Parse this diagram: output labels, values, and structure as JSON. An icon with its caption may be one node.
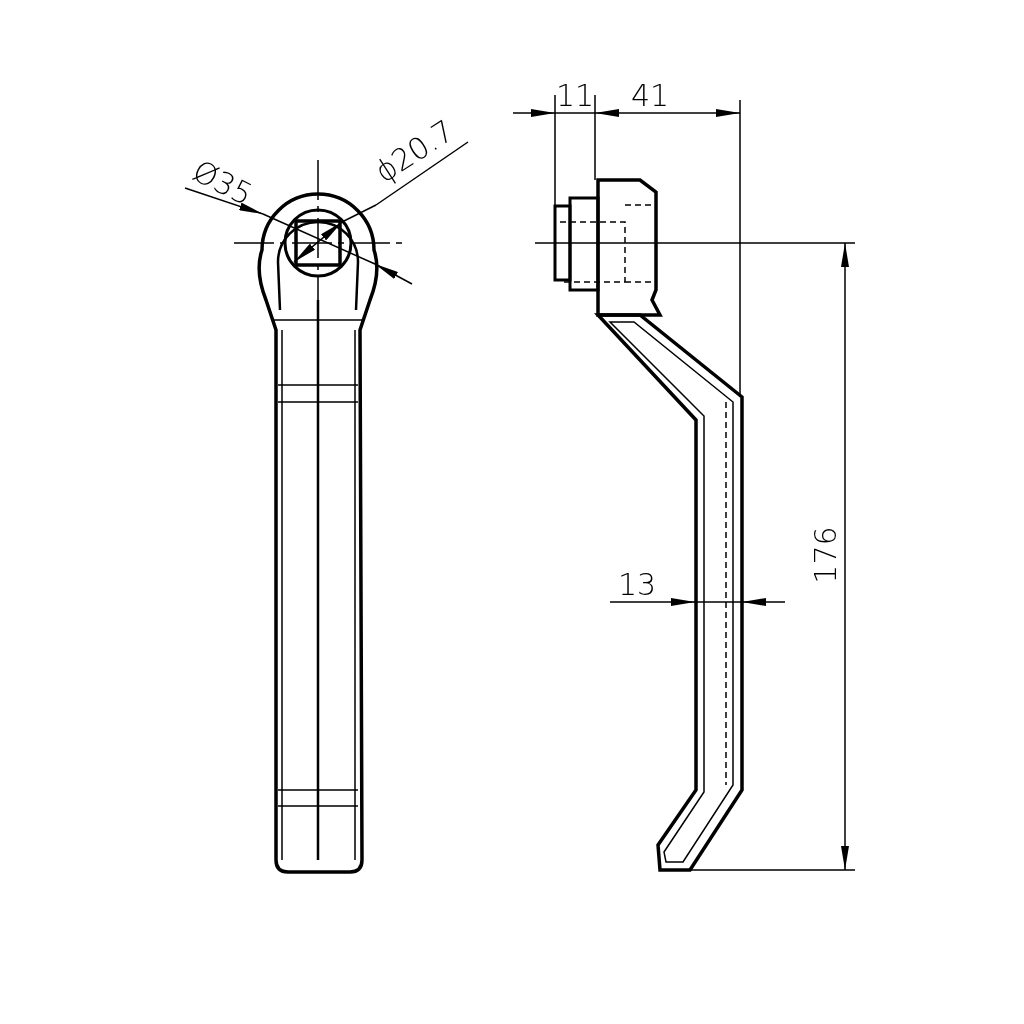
{
  "diagram": {
    "labels": [
      "11",
      "41",
      "ϕ20.7",
      "Ø35",
      "176",
      "13"
    ]
  }
}
